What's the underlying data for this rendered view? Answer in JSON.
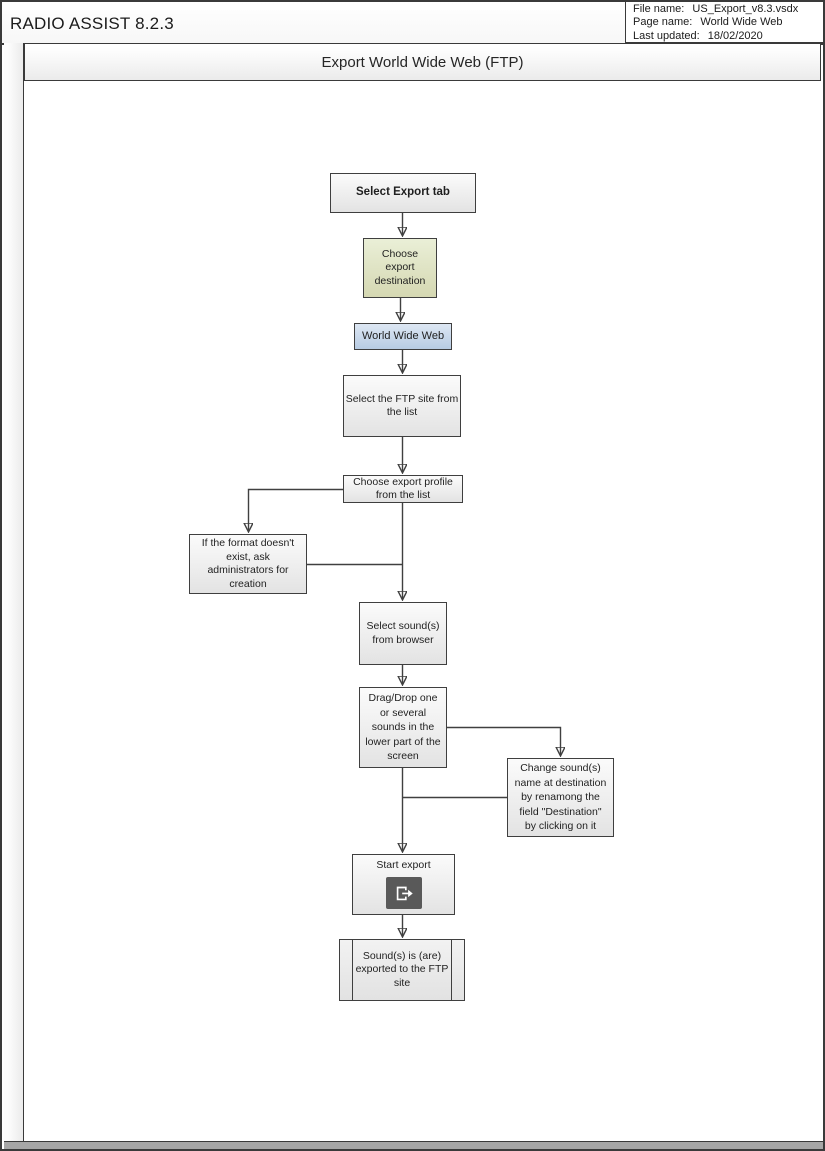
{
  "header": {
    "app_title": "RADIO ASSIST 8.2.3",
    "file_info": [
      {
        "label": "File name:",
        "value": "US_Export_v8.3.vsdx"
      },
      {
        "label": "Page name:",
        "value": "World Wide Web"
      },
      {
        "label": "Last updated:",
        "value": "18/02/2020"
      }
    ]
  },
  "diagram": {
    "title": "Export World Wide Web (FTP)",
    "colors": {
      "node_border": "#3f3f3f",
      "connector": "#404040",
      "green_node_top": "#eaefd7",
      "green_node_bottom": "#d5d8b2",
      "blue_node_top": "#dde7f3",
      "blue_node_bottom": "#b7cbe3",
      "icon_tile": "#595959"
    },
    "nodes": {
      "select_export_tab": {
        "label": "Select Export tab"
      },
      "choose_destination": {
        "label": "Choose\nexport\ndestination"
      },
      "world_wide_web": {
        "label": "World Wide Web"
      },
      "select_ftp_site": {
        "label": "Select the FTP site from\nthe list"
      },
      "choose_profile": {
        "label": "Choose export profile\nfrom the list"
      },
      "format_missing": {
        "label": "If the format doesn't\nexist, ask\nadministrators for\ncreation"
      },
      "select_sounds": {
        "label": "Select sound(s)\nfrom browser"
      },
      "drag_drop": {
        "label": "Drag/Drop one\nor several\nsounds in the\nlower part of the\nscreen"
      },
      "change_name": {
        "label": "Change sound(s)\nname at destination\nby renamong the\nfield \"Destination\"\nby clicking on it"
      },
      "start_export": {
        "label": "Start export",
        "icon": "export-icon"
      },
      "sounds_exported": {
        "label": "Sound(s) is (are)\nexported to the FTP\nsite"
      }
    }
  }
}
